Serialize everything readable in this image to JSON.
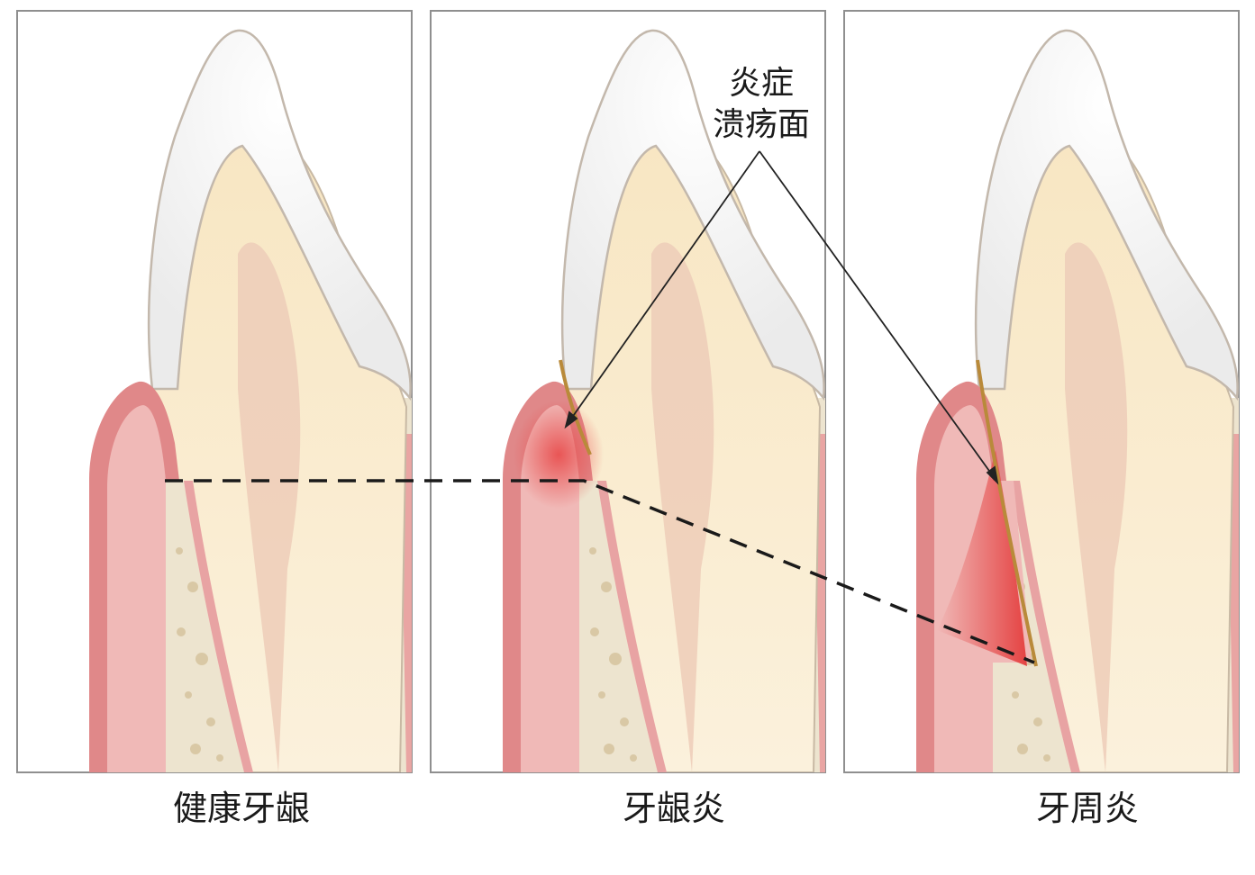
{
  "annotation": {
    "line1": "炎症",
    "line2": "溃疡面"
  },
  "panels": [
    {
      "caption": "健康牙龈"
    },
    {
      "caption": "牙龈炎"
    },
    {
      "caption": "牙周炎"
    }
  ],
  "colors": {
    "enamel": "#f7f7f7",
    "dentin": "#fbf0d8",
    "pulp": "#ecc9b3",
    "gum": "#e2898a",
    "gum_light": "#f0b8b6",
    "bone": "#ede4cf",
    "inflammation": "#e85454",
    "frame": "#8f8f8f"
  }
}
